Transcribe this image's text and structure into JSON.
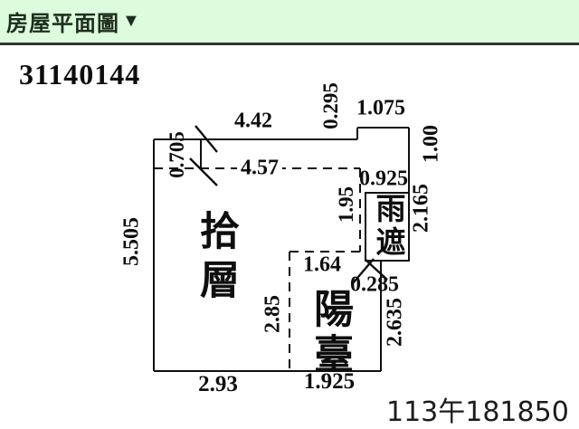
{
  "header": {
    "title": "房屋平面圖",
    "collapse_icon": "▼"
  },
  "plan": {
    "id_number": "31140144",
    "doc_number": "113午181850",
    "rooms": {
      "main_floor": "拾層",
      "balcony": "陽臺",
      "rain_canopy": "雨遮"
    },
    "dimensions": {
      "top_width": "4.42",
      "inner_width": "4.57",
      "notch_top_width": "1.075",
      "top_right_offset": "0.295",
      "left_corner_offset": "0.705",
      "left_height": "5.505",
      "right_top_height": "1.00",
      "canopy_width": "0.925",
      "canopy_left_height": "1.95",
      "canopy_right_height": "2.165",
      "balcony_top_width": "1.64",
      "balcony_left_height": "2.85",
      "canopy_wall_offset": "0.285",
      "balcony_right_height": "2.635",
      "bottom_left_width": "2.93",
      "bottom_right_width": "1.925"
    },
    "colors": {
      "header_bg": "#ddfbdd",
      "divider": "#333333",
      "ink": "#0e0e0e"
    }
  }
}
